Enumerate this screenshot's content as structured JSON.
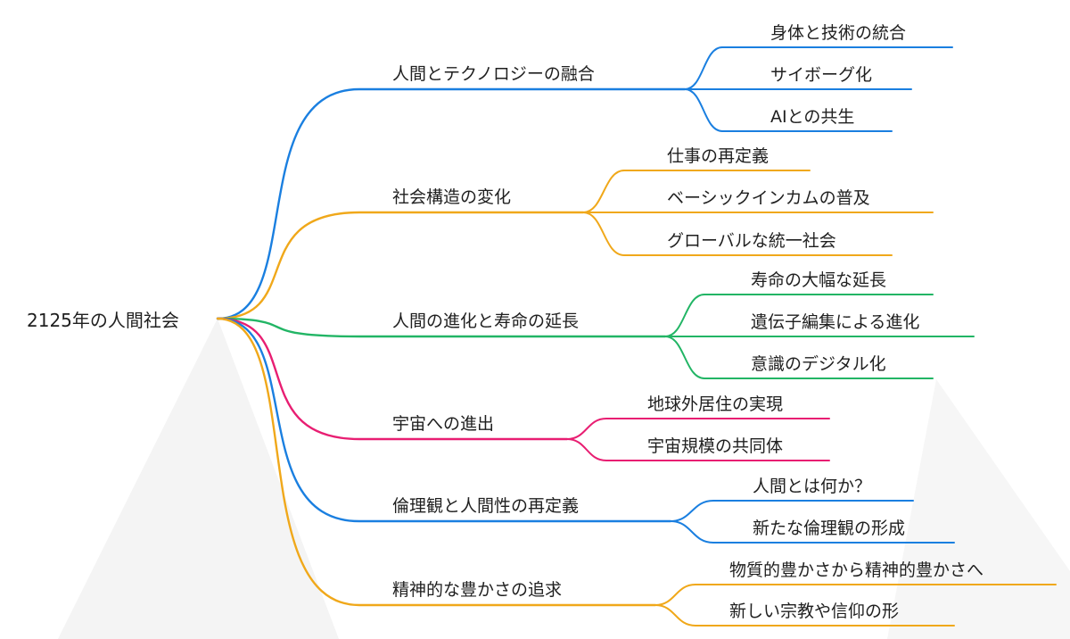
{
  "root": {
    "label": "2125年の人間社会"
  },
  "branches": [
    {
      "label": "人間とテクノロジーの融合",
      "color": "#1a7fe0",
      "children": [
        "身体と技術の統合",
        "サイボーグ化",
        "AIとの共生"
      ]
    },
    {
      "label": "社会構造の変化",
      "color": "#f0a81a",
      "children": [
        "仕事の再定義",
        "ベーシックインカムの普及",
        "グローバルな統一社会"
      ]
    },
    {
      "label": "人間の進化と寿命の延長",
      "color": "#22b565",
      "children": [
        "寿命の大幅な延長",
        "遺伝子編集による進化",
        "意識のデジタル化"
      ]
    },
    {
      "label": "宇宙への進出",
      "color": "#e81e72",
      "children": [
        "地球外居住の実現",
        "宇宙規模の共同体"
      ]
    },
    {
      "label": "倫理観と人間性の再定義",
      "color": "#1a7fe0",
      "children": [
        "人間とは何か？",
        "新たな倫理観の形成"
      ]
    },
    {
      "label": "精神的な豊かさの追求",
      "color": "#f0a81a",
      "children": [
        "物質的豊かさから精神的豊かさへ",
        "新しい宗教や信仰の形"
      ]
    }
  ]
}
